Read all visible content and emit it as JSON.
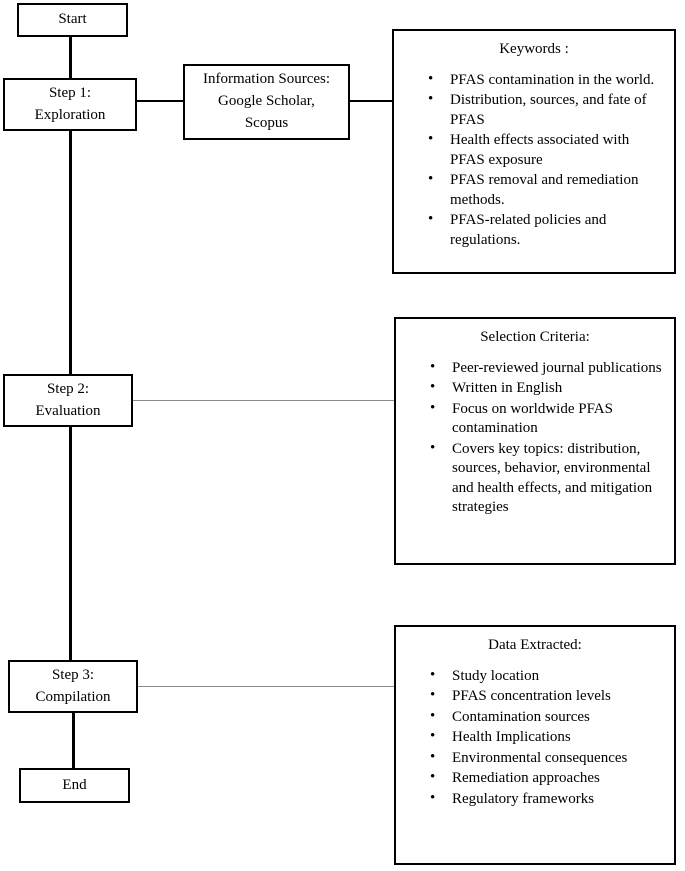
{
  "diagram": {
    "title": "PFAS literature review methodology flowchart",
    "colors": {
      "stroke": "#000000",
      "thin_connector": "#8a8a8a",
      "background": "#ffffff"
    },
    "nodes": {
      "start": {
        "label": "Start"
      },
      "step1": {
        "line1": "Step 1:",
        "line2": "Exploration"
      },
      "step2": {
        "line1": "Step 2:",
        "line2": "Evaluation"
      },
      "step3": {
        "line1": "Step 3:",
        "line2": "Compilation"
      },
      "end": {
        "label": "End"
      },
      "information_sources": {
        "line1": "Information Sources:",
        "line2": "Google Scholar,",
        "line3": "Scopus"
      }
    },
    "panels": {
      "keywords": {
        "title": "Keywords :",
        "items": [
          "PFAS contamination in the world.",
          "Distribution, sources, and fate of PFAS",
          "Health effects associated with PFAS exposure",
          "PFAS removal and remediation methods.",
          "PFAS-related policies and regulations."
        ]
      },
      "selection_criteria": {
        "title": "Selection Criteria:",
        "items": [
          "Peer-reviewed journal publications",
          "Written in English",
          "Focus on worldwide PFAS contamination",
          "Covers key topics: distribution, sources, behavior, environmental and health effects, and mitigation strategies"
        ]
      },
      "data_extracted": {
        "title": "Data Extracted:",
        "items": [
          "Study location",
          "PFAS concentration levels",
          "Contamination sources",
          "Health Implications",
          "Environmental consequences",
          "Remediation approaches",
          "Regulatory frameworks"
        ]
      }
    }
  }
}
